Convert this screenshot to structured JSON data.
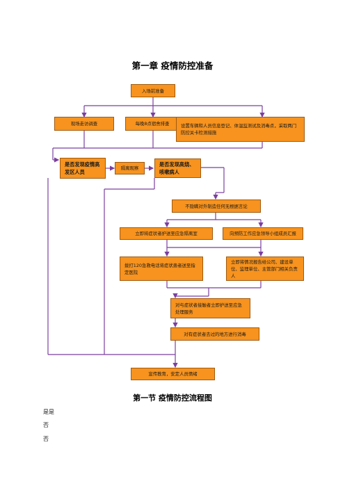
{
  "chapter_title": "第一章 疫情防控准备",
  "section_title": "第一节 疫情防控流程图",
  "flowchart": {
    "entry_prep": "入场前准备",
    "site_visit": "现场走访调查",
    "dorm_check": "每晚8点宿舍排查",
    "registration": "设置车辆和人员信息登记、体温监测试及消毒点，采取两门防控关卡检测措施",
    "from_epidemic_area": "是否发现疫情高发区人员",
    "isolate_observe": "隔离观察",
    "fever_cough": "是否发现高烧、咳嗽病人",
    "no_conceal": "不隐瞒对外制造任何无根据言论",
    "send_isolation": "立即将症状者护送至应急隔离室",
    "report_leader": "向预防工作应急领导小组成员汇报",
    "call_120": "拨打120急救电话将症状患者送至指定医院",
    "notify_company": "立即将情况报告给公司、建设单位、监理单位、主管部门相关负责人",
    "contacts_isolate": "对与症状者接触者立即护送至应急处理服务",
    "disinfect": "对有症状者去过的地方进行消毒",
    "education": "宣传教育，安定人员情绪"
  },
  "bottom_text": [
    "是是",
    "否",
    "否"
  ],
  "colors": {
    "box_fill": "#f7931e",
    "box_border": "#a05a10",
    "connector": "#7b3fa0"
  }
}
